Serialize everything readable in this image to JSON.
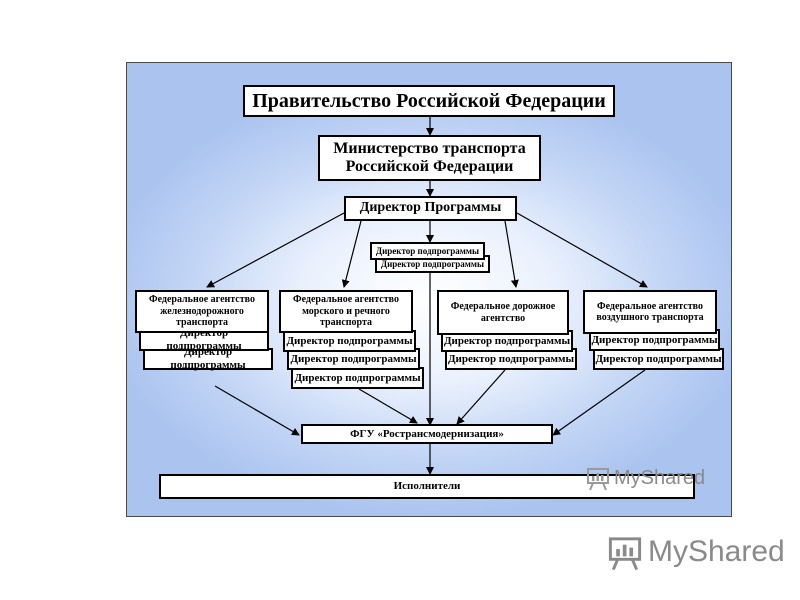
{
  "diagram": {
    "government": "Правительство Российской Федерации",
    "ministry": "Министерство транспорта Российской Федерации",
    "program_director": "Директор Программы",
    "subprogram_director": "Директор подпрограммы",
    "agencies": {
      "rail": "Федеральное агентство железнодорожного транспорта",
      "sea": "Федеральное агентство морского и речного транспорта",
      "road": "Федеральное дорожное агентство",
      "air": "Федеральное агентство воздушного транспорта"
    },
    "fgu": "ФГУ «Ространсмодернизация»",
    "executors": "Исполнители"
  },
  "watermark": {
    "brand": "MyShared",
    "icon": "presentation-board-icon"
  },
  "colors": {
    "background_blue": "#aac3ef",
    "box_fill": "#ffffff",
    "border": "#000000",
    "watermark": "#8a8a8a"
  }
}
